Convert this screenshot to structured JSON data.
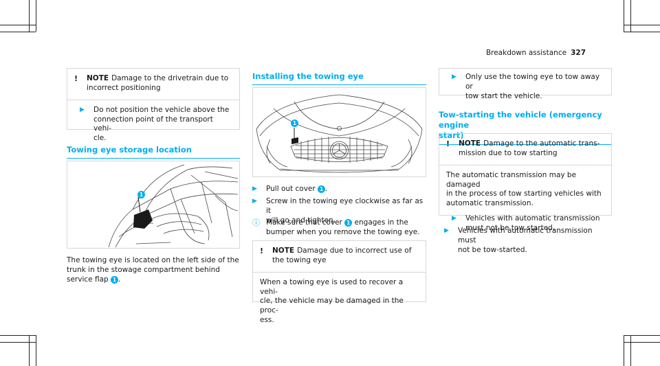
{
  "header": {
    "section": "Breakdown assistance",
    "page_number": "327"
  },
  "col1": {
    "note": {
      "icon": "warning-exclamation",
      "title": "NOTE",
      "title_rest": "Damage to the drivetrain due to",
      "text2": "incorrect positioning"
    },
    "step": {
      "line1": "Do not position the vehicle above the",
      "line2": "connection point of the transport vehi-",
      "line3": "cle."
    },
    "heading": "Towing eye storage location",
    "figure_badge": "1",
    "para": {
      "line1": "The towing eye is located on the left side of the",
      "line2": "trunk in the stowage compartment behind",
      "line3": "service flap",
      "badge": "1",
      "end": "."
    }
  },
  "col2": {
    "heading": "Installing the towing eye",
    "figure_badge": "1",
    "step1": {
      "text": "Pull out cover",
      "badge": "1",
      "end": "."
    },
    "step2": {
      "line1": "Screw in the towing eye clockwise as far as it",
      "line2": "will go and tighten."
    },
    "info": {
      "line1a": "Make sure that cover",
      "badge": "1",
      "line1b": "engages in the",
      "line2": "bumper when you remove the towing eye."
    },
    "note": {
      "title": "NOTE",
      "title_rest": "Damage due to incorrect use of",
      "text2": "the towing eye"
    },
    "note_body": {
      "line1": "When a towing eye is used to recover a vehi-",
      "line2": "cle, the vehicle may be damaged in the proc-",
      "line3": "ess."
    }
  },
  "col3": {
    "step": {
      "line1": "Only use the towing eye to tow away or",
      "line2": "tow start the vehicle."
    },
    "heading": {
      "line1": "Tow-starting the vehicle (emergency engine",
      "line2": "start)"
    },
    "note": {
      "title": "NOTE",
      "title_rest": "Damage to the automatic trans-",
      "text2": "mission due to tow starting"
    },
    "note_body": {
      "line1": "The automatic transmission may be damaged",
      "line2": "in the process of tow starting vehicles with",
      "line3": "automatic transmission."
    },
    "note_step": {
      "line1": "Vehicles with automatic transmission",
      "line2": "must not be tow started."
    },
    "step2": {
      "line1": "Vehicles with automatic transmission must",
      "line2": "not be tow-started."
    }
  },
  "colors": {
    "accent": "#00adef",
    "border": "#d7d7d7",
    "text": "#1a1a1a"
  }
}
